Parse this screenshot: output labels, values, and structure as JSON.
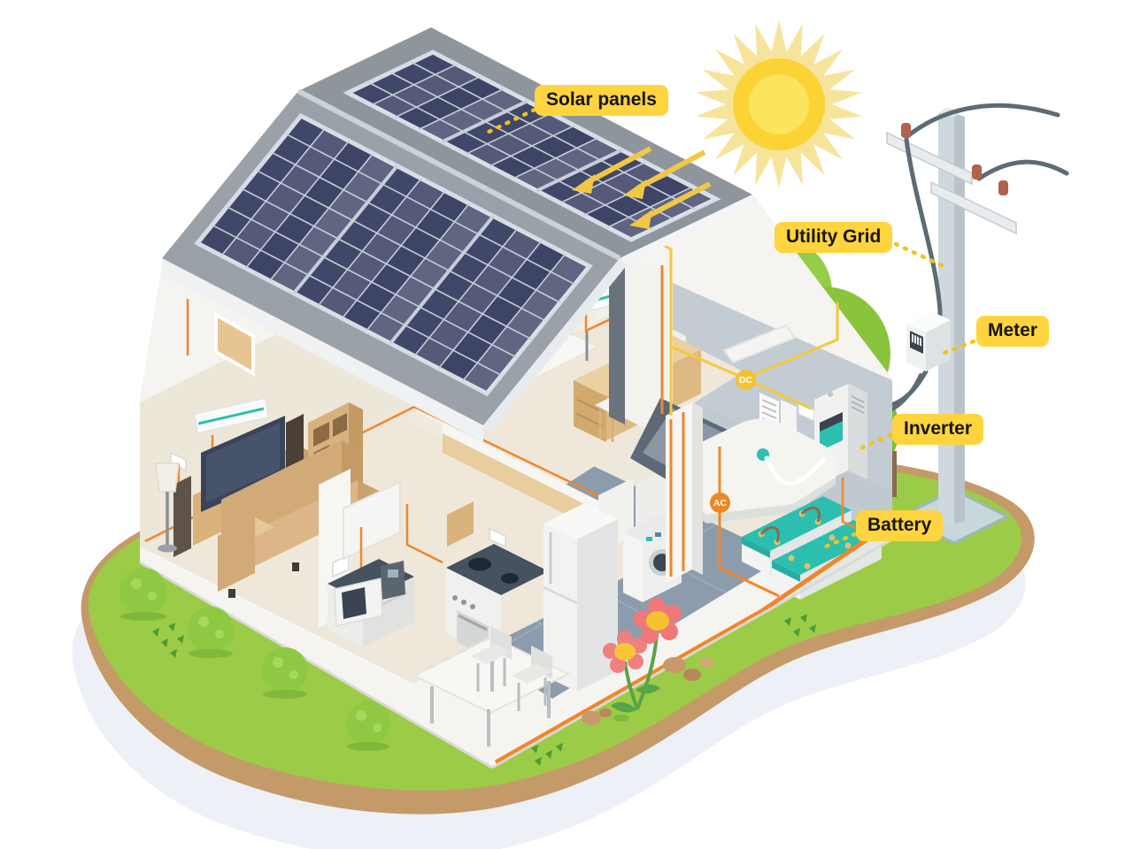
{
  "scene": {
    "description": "Isometric cutaway illustration of a house with rooftop solar panels, sun, battery storage, inverter, meter and utility grid pole"
  },
  "labels": {
    "solar_panels": "Solar panels",
    "utility_grid": "Utility Grid",
    "meter": "Meter",
    "inverter": "Inverter",
    "battery": "Battery"
  },
  "badges": {
    "dc": "DC",
    "ac": "AC"
  },
  "colors": {
    "label_background": "#FFD43E",
    "label_text": "#151515",
    "dc_badge": "#F2C230",
    "ac_badge": "#EE8722",
    "dc_wire": "#F5C93E",
    "ac_wire": "#F0862B",
    "sun_rays": "#F7E49B",
    "sun_disc": "#FBD335",
    "sun_core": "#FCE45C",
    "roof_gray": "#9BA1A8",
    "solar_cell_navy": "#3E4466",
    "grass_green": "#9CCB47",
    "dirt_tan": "#C59A69",
    "battery_teal": "#2CBFB0",
    "power_line_gray": "#5C6B74"
  }
}
